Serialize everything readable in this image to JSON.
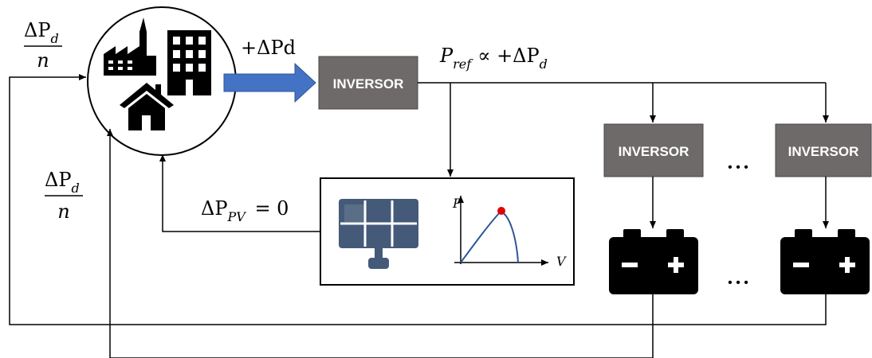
{
  "blocks": {
    "inverter_main": "INVERSOR",
    "inverter_2": "INVERSOR",
    "inverter_3": "INVERSOR"
  },
  "labels": {
    "delta_pd_arrow": "+ΔPd",
    "pref": "P",
    "pref_sub": "ref",
    "pref_rest": "∝ +ΔP",
    "pref_rest_sub": "d",
    "pv_main": "ΔP",
    "pv_sub": "PV",
    "pv_rest": " = 0",
    "frac1_num": "ΔP",
    "frac1_num_sub": "d",
    "frac1_den": "n",
    "frac2_num": "ΔP",
    "frac2_num_sub": "d",
    "frac2_den": "n",
    "ellipsis_top": "• • •",
    "ellipsis_bottom": "• • •"
  },
  "pv_curve": {
    "axis_p": "P",
    "axis_v": "V"
  },
  "colors": {
    "inverter_fill": "#6e6a6a",
    "flow_arrow": "#4472c4",
    "mpp_dot": "#e00000",
    "pv_curve": "#2f5597",
    "panel": "#445a78"
  }
}
